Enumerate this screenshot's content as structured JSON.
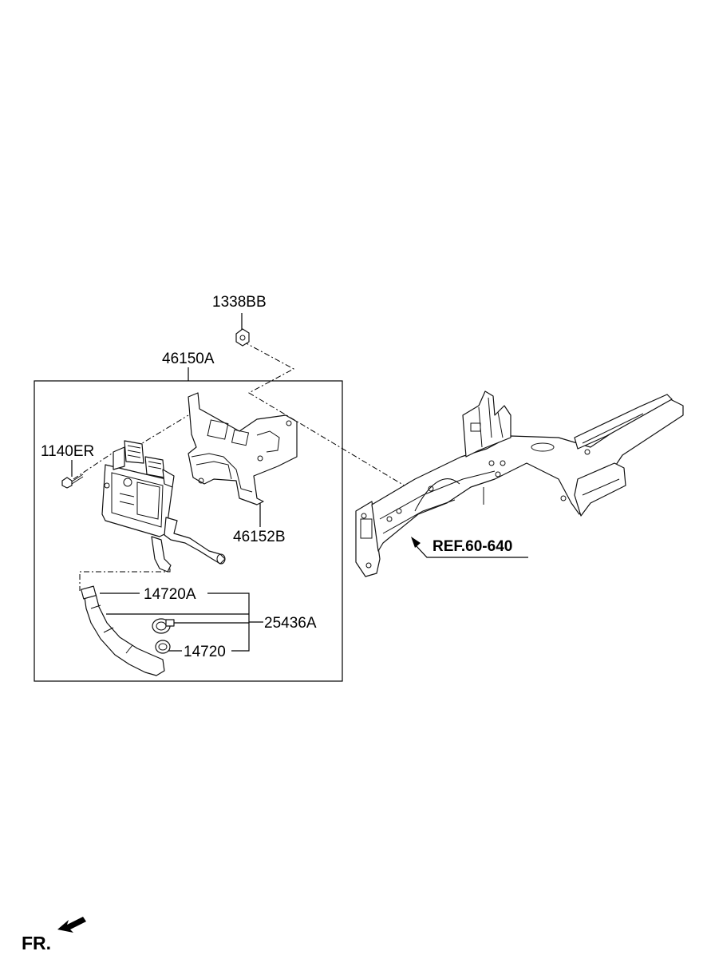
{
  "labels": {
    "nut": "1338BB",
    "assembly": "46150A",
    "bolt": "1140ER",
    "bracket": "46152B",
    "clamp_a": "14720A",
    "hose": "25436A",
    "clamp": "14720",
    "reference": "REF.60-640"
  },
  "direction": {
    "text": "FR."
  }
}
